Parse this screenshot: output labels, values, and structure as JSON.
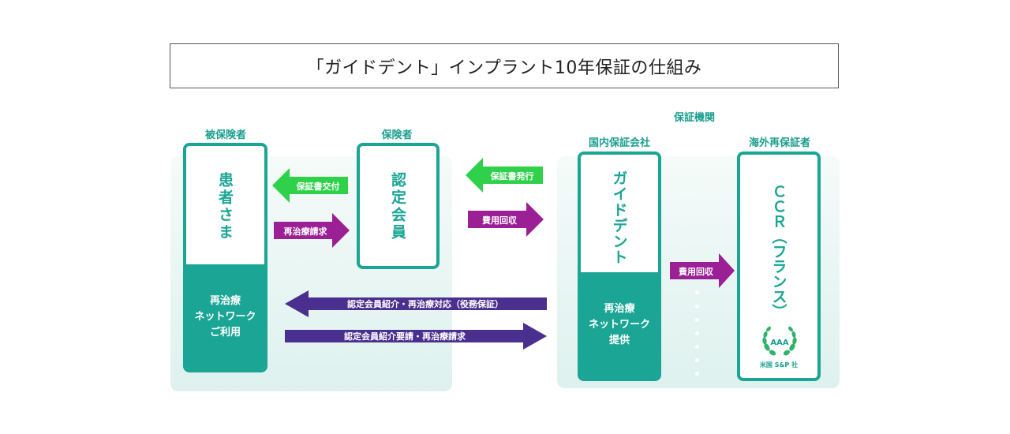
{
  "title": "「ガイドデント」インプラント10年保証の仕組み",
  "labels": {
    "insured": "被保険者",
    "insurer": "保険者",
    "guarantor": "保証機関",
    "domestic": "国内保証会社",
    "overseas": "海外再保証者"
  },
  "cards": {
    "patient": {
      "title": "患者さま",
      "footer": "再治療\nネットワーク\nご利用"
    },
    "member": {
      "title": "認定会員"
    },
    "guidedent": {
      "title": "ガイドデント",
      "footer": "再治療\nネットワーク\n提供"
    },
    "ccr": {
      "title": "ＣＣＲ（フランス）",
      "badge_text": "AAA",
      "badge_caption": "米国 S&P 社"
    }
  },
  "arrows": {
    "cert_delivery": "保証書交付",
    "retreat_claim": "再治療請求",
    "cert_issue": "保証書発行",
    "cost_recovery_1": "費用回収",
    "cost_recovery_2": "費用回収",
    "referral": "認定会員紹介・再治療対応（役務保証）",
    "referral_request": "認定会員紹介要請・再治療請求"
  },
  "colors": {
    "teal": "#1aa594",
    "green_arrow": "#2fd14a",
    "purple_arrow": "#9b1f95",
    "indigo_arrow": "#4b2f8f"
  }
}
